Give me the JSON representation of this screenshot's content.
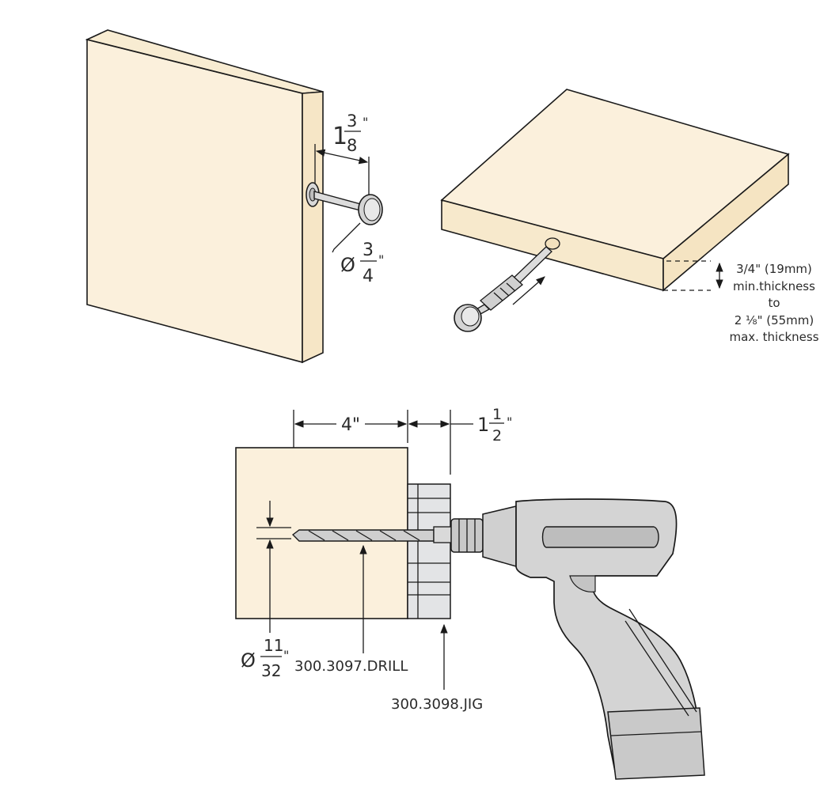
{
  "colors": {
    "wood_face": "#fbf0dc",
    "wood_edge": "#f6e6c6",
    "metal": "#d8d8d8",
    "jig": "#e3e4e6",
    "drill_body": "#d2d2d2",
    "ink": "#1a1a1a"
  },
  "figure1": {
    "length_whole": "1",
    "length_num": "3",
    "length_den": "8",
    "length_unit": "\"",
    "diam_symbol": "Ø",
    "diam_num": "3",
    "diam_den": "4",
    "diam_unit": "\""
  },
  "figure2": {
    "thickness_lines": [
      "3/4\" (19mm)",
      "min.thickness",
      "to",
      "2 ⅛\" (55mm)",
      "max. thickness"
    ]
  },
  "figure3": {
    "depth": "4\"",
    "offset_whole": "1",
    "offset_num": "1",
    "offset_den": "2",
    "offset_unit": "\"",
    "bit_diam_symbol": "Ø",
    "bit_diam_num": "11",
    "bit_diam_den": "32",
    "bit_diam_unit": "\"",
    "drill_part": "300.3097.DRILL",
    "jig_part": "300.3098.JIG"
  }
}
